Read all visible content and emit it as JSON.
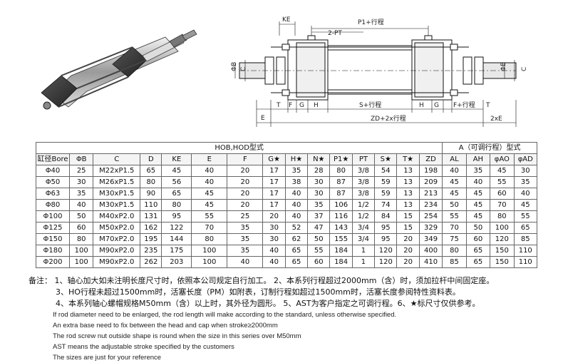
{
  "drawing": {
    "labels": {
      "KE": "KE",
      "two_pt": "2-PT",
      "p1": "P1+行程",
      "phiB_left": "ΦB",
      "C_left": "C",
      "phiB_right": "ΦB",
      "C_right": "C",
      "E": "E",
      "T_left": "T",
      "F": "F",
      "G_left": "G",
      "H_left": "H",
      "S": "S+行程",
      "H_right": "H",
      "G_right": "G",
      "F_right": "F+行程",
      "T_right": "T",
      "zd": "ZD+2x行程",
      "twoE": "2xE"
    }
  },
  "table": {
    "group_headers": [
      "HOB,HOD型式",
      "A（可调行程）型式"
    ],
    "headers": [
      "缸径Bore",
      "ΦB",
      "C",
      "D",
      "KE",
      "E",
      "F",
      "G★",
      "H★",
      "N★",
      "P1★",
      "PT",
      "S★",
      "T★",
      "ZD",
      "AL",
      "AH",
      "φAO",
      "φAD"
    ],
    "rows": [
      [
        "Φ40",
        "25",
        "M22xP1.5",
        "65",
        "45",
        "40",
        "20",
        "17",
        "35",
        "28",
        "80",
        "3/8",
        "54",
        "13",
        "198",
        "40",
        "35",
        "45",
        "30"
      ],
      [
        "Φ50",
        "30",
        "M26xP1.5",
        "80",
        "56",
        "40",
        "20",
        "17",
        "38",
        "30",
        "87",
        "3/8",
        "59",
        "13",
        "209",
        "45",
        "40",
        "55",
        "35"
      ],
      [
        "Φ63",
        "35",
        "M30xP1.5",
        "90",
        "65",
        "45",
        "20",
        "17",
        "40",
        "30",
        "87",
        "3/8",
        "59",
        "13",
        "213",
        "45",
        "45",
        "60",
        "40"
      ],
      [
        "Φ80",
        "40",
        "M30xP1.5",
        "110",
        "80",
        "45",
        "20",
        "17",
        "40",
        "35",
        "106",
        "1/2",
        "74",
        "13",
        "234",
        "50",
        "45",
        "70",
        "45"
      ],
      [
        "Φ100",
        "50",
        "M40xP2.0",
        "131",
        "95",
        "55",
        "25",
        "20",
        "40",
        "37",
        "116",
        "1/2",
        "84",
        "15",
        "254",
        "55",
        "45",
        "80",
        "55"
      ],
      [
        "Φ125",
        "60",
        "M50xP2.0",
        "162",
        "122",
        "70",
        "35",
        "30",
        "52",
        "47",
        "143",
        "3/4",
        "95",
        "15",
        "329",
        "70",
        "50",
        "100",
        "65"
      ],
      [
        "Φ150",
        "80",
        "M70xP2.0",
        "195",
        "144",
        "80",
        "35",
        "30",
        "62",
        "50",
        "155",
        "3/4",
        "95",
        "20",
        "349",
        "75",
        "60",
        "120",
        "85"
      ],
      [
        "Φ180",
        "100",
        "M90xP2.0",
        "235",
        "175",
        "100",
        "35",
        "40",
        "65",
        "55",
        "184",
        "1",
        "120",
        "20",
        "400",
        "80",
        "65",
        "150",
        "110"
      ],
      [
        "Φ200",
        "100",
        "M90xP2.0",
        "262",
        "203",
        "100",
        "40",
        "40",
        "65",
        "60",
        "184",
        "1",
        "120",
        "20",
        "410",
        "85",
        "65",
        "150",
        "110"
      ]
    ]
  },
  "notes": {
    "cn1": "备注：    1、轴心加大如未注明长度尺寸时，依照本公司规定自行加工。   2、本系列行程超过2000mm（含）时，须加拉杆中间固定座。",
    "cn2": "3、HO行程未超过1500mm时，活塞长度（PM）如附表，订制行程如超过1500mm时，活塞长度参阅特性资料表。",
    "cn3": "4、本系列轴心螺帽规格M50mm（含）以上时，其外径为圆形。   5、AST为客户指定之可调行程。6、★标尺寸仅供参考。",
    "en1": "If rod diameter need to be enlarged, the rod length will make according to the standard, unless otherwise specified.",
    "en2": "An extra base need to fix between the head and cap when stroke≥2000mm",
    "en3": "The rod screw nut outside shape is round when the size in this series over M50mm",
    "en4": "AST means the adjustable stroke specified by the customers",
    "en5": "The sizes are just for your reference"
  }
}
